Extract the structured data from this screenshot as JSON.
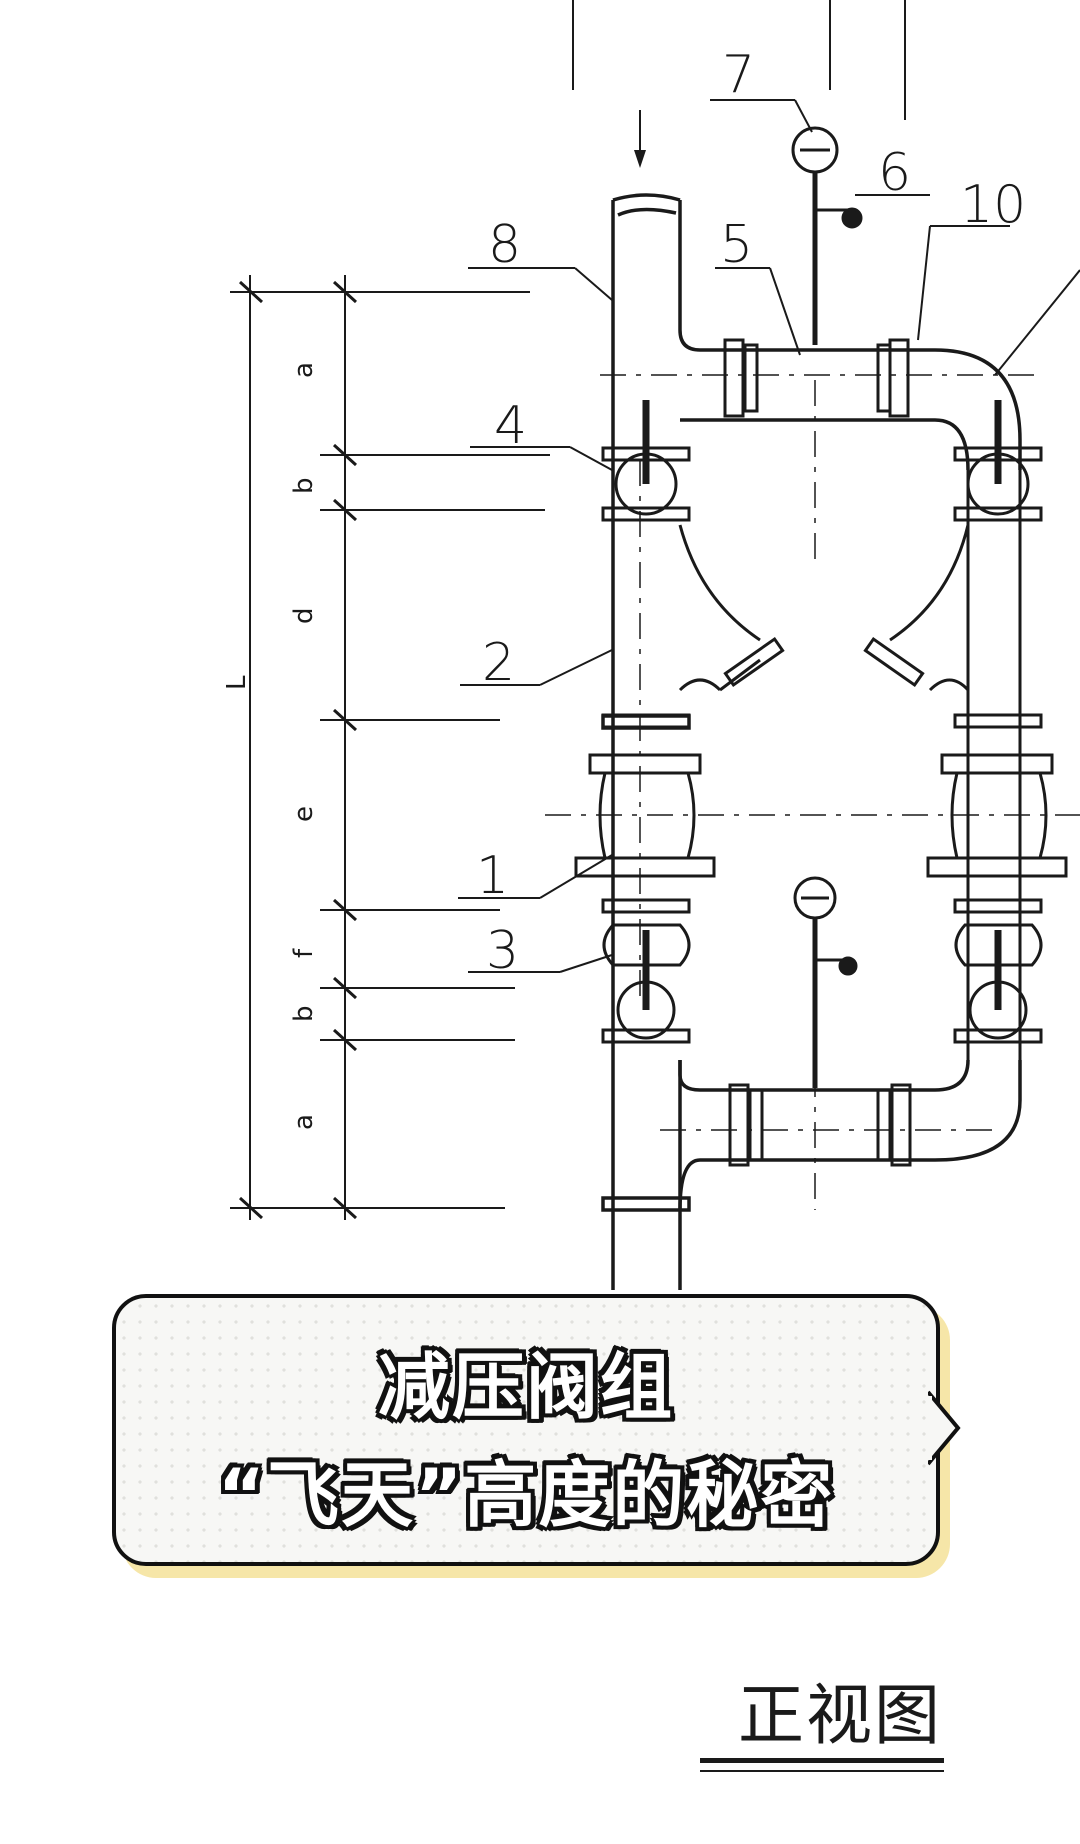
{
  "caption": {
    "line1": "减压阀组",
    "line2": "“飞天”高度的秘密"
  },
  "view_label": "正视图",
  "part_labels": {
    "p1": "1",
    "p2": "2",
    "p3": "3",
    "p4": "4",
    "p5": "5",
    "p6": "6",
    "p7": "7",
    "p8": "8",
    "p10": "10"
  },
  "dimension_labels": {
    "total": "L",
    "a_top": "a",
    "b_top": "b",
    "d": "d",
    "e": "e",
    "f": "f",
    "b_bottom": "b",
    "a_bottom": "a"
  },
  "colors": {
    "line": "#1a1a1a",
    "caption_shadow": "#f6e6a8",
    "caption_text": "#ffffff"
  }
}
